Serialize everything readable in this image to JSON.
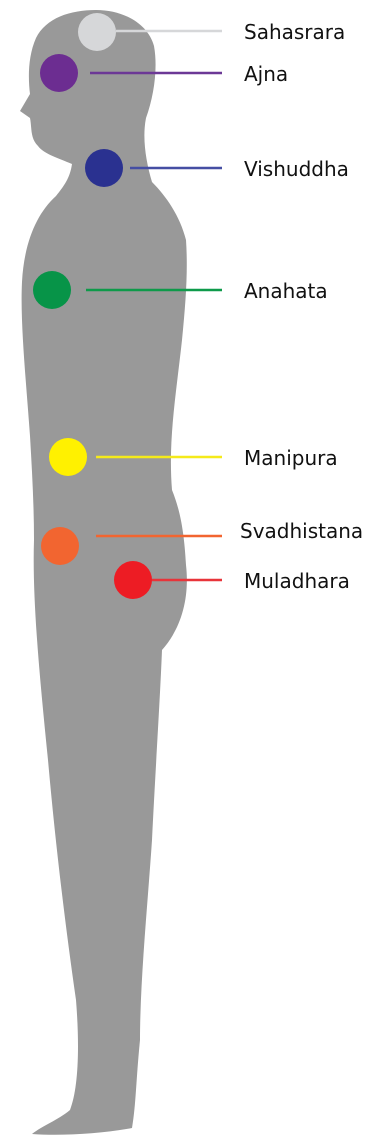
{
  "chakras": [
    {
      "id": "sahasrara",
      "name": "Sahasrara",
      "color": "#d6d7d9",
      "line_color": "#d6d7d9"
    },
    {
      "id": "ajna",
      "name": "Ajna",
      "color": "#6c2d91",
      "line_color": "#6c3896"
    },
    {
      "id": "vishuddha",
      "name": "Vishuddha",
      "color": "#2a3190",
      "line_color": "#454ea3"
    },
    {
      "id": "anahata",
      "name": "Anahata",
      "color": "#079448",
      "line_color": "#0e9a4a"
    },
    {
      "id": "manipura",
      "name": "Manipura",
      "color": "#fff100",
      "line_color": "#f5ea1a"
    },
    {
      "id": "svadhistana",
      "name": "Svadhistana",
      "color": "#f26530",
      "line_color": "#f26530"
    },
    {
      "id": "muladhara",
      "name": "Muladhara",
      "color": "#ed1c24",
      "line_color": "#e8343a"
    }
  ],
  "body_color": "#999999"
}
